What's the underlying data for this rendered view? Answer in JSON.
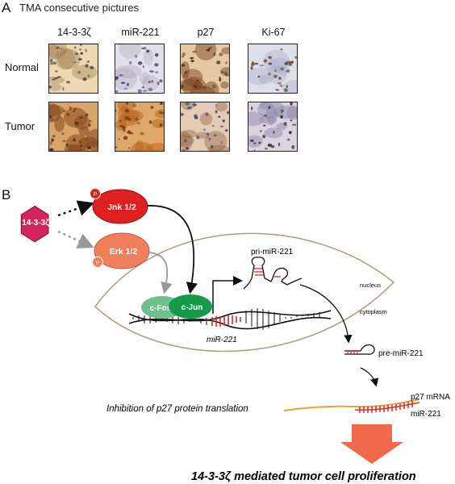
{
  "panel_a": {
    "letter": "A",
    "title": "TMA consecutive pictures",
    "columns": [
      "14-3-3ζ",
      "miR-221",
      "p27",
      "Ki-67"
    ],
    "rows": [
      "Normal",
      "Tumor"
    ],
    "tiles": [
      {
        "base": "#ecd9b4",
        "stain": "#8a5c2c",
        "nuclei": "#4a3a30",
        "intensity": 0.25
      },
      {
        "base": "#e2e0ea",
        "stain": "#9a8aa8",
        "nuclei": "#3b3d6a",
        "intensity": 0.15
      },
      {
        "base": "#e6c9a4",
        "stain": "#7a4520",
        "nuclei": "#4b2a16",
        "intensity": 0.7
      },
      {
        "base": "#dde0ea",
        "stain": "#9aa2c0",
        "nuclei": "#5a3a22",
        "intensity": 0.3
      },
      {
        "base": "#d9a46a",
        "stain": "#8a4a1e",
        "nuclei": "#4a2a14",
        "intensity": 0.85
      },
      {
        "base": "#e0a868",
        "stain": "#b8661e",
        "nuclei": "#6a3a18",
        "intensity": 0.8
      },
      {
        "base": "#e4ccb4",
        "stain": "#8a5a3a",
        "nuclei": "#3a3a5a",
        "intensity": 0.45
      },
      {
        "base": "#d9d4e0",
        "stain": "#8a86a8",
        "nuclei": "#3a2418",
        "intensity": 0.6
      }
    ]
  },
  "panel_b": {
    "letter": "B",
    "hub": "14-3-3ζ",
    "jnk": "Jnk 1/2",
    "erk": "Erk 1/2",
    "phospho": "P",
    "cfos": "c-Fos",
    "cjun": "c-Jun",
    "pri_mir": "pri-miR-221",
    "gene_label": "miR-221",
    "nucleus": "nucleus",
    "cytoplasm": "cytoplasm",
    "pre_mir": "pre-miR-221",
    "inhibition": "Inhibition of p27 protein translation",
    "mrna": "p27 mRNA",
    "mir": "miR-221",
    "outcome": "14-3-3ζ mediated tumor cell proliferation"
  },
  "colors": {
    "hub": "#d6245f",
    "jnk": "#e0201f",
    "erk": "#f0805c",
    "cfos": "#6cc08a",
    "cjun": "#169a4a",
    "mir_red": "#d22a2a",
    "mrna": "#f0a030",
    "arrow": "#f06a4a",
    "nucleus_line": "#b09a82"
  }
}
